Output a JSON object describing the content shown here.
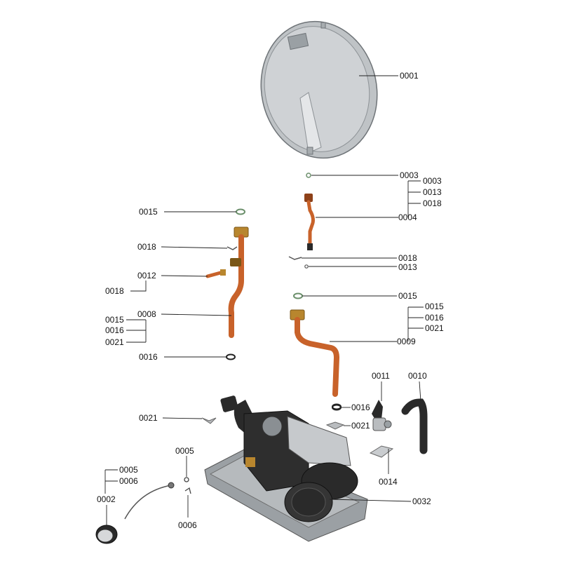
{
  "labels": {
    "p0001": "0001",
    "p0003_a": "0003",
    "p0003_b": "0003",
    "p0013_a": "0013",
    "p0018_a": "0018",
    "p0004": "0004",
    "p0015_a": "0015",
    "p0018_b": "0018",
    "p0012": "0012",
    "p0018_c": "0018",
    "p0008": "0008",
    "p0015_b": "0015",
    "p0016_a": "0016",
    "p0021_a": "0021",
    "p0016_b": "0016",
    "p0018_d": "0018",
    "p0013_b": "0013",
    "p0015_c": "0015",
    "p0015_d": "0015",
    "p0016_c": "0016",
    "p0021_b": "0021",
    "p0009": "0009",
    "p0011": "0011",
    "p0010": "0010",
    "p0016_d": "0016",
    "p0021_c": "0021",
    "p0021_d": "0021",
    "p0014": "0014",
    "p0005_a": "0005",
    "p0005_b": "0005",
    "p0006_a": "0006",
    "p0002": "0002",
    "p0006_b": "0006",
    "p0032": "0032"
  },
  "colors": {
    "copper": "#c8622a",
    "copper_dark": "#8e4119",
    "brass": "#b8862e",
    "vessel": "#c9cccf",
    "vessel_dark": "#8d9296",
    "dark_part": "#2a2a2a",
    "gasket_green": "#6b8f6b"
  }
}
